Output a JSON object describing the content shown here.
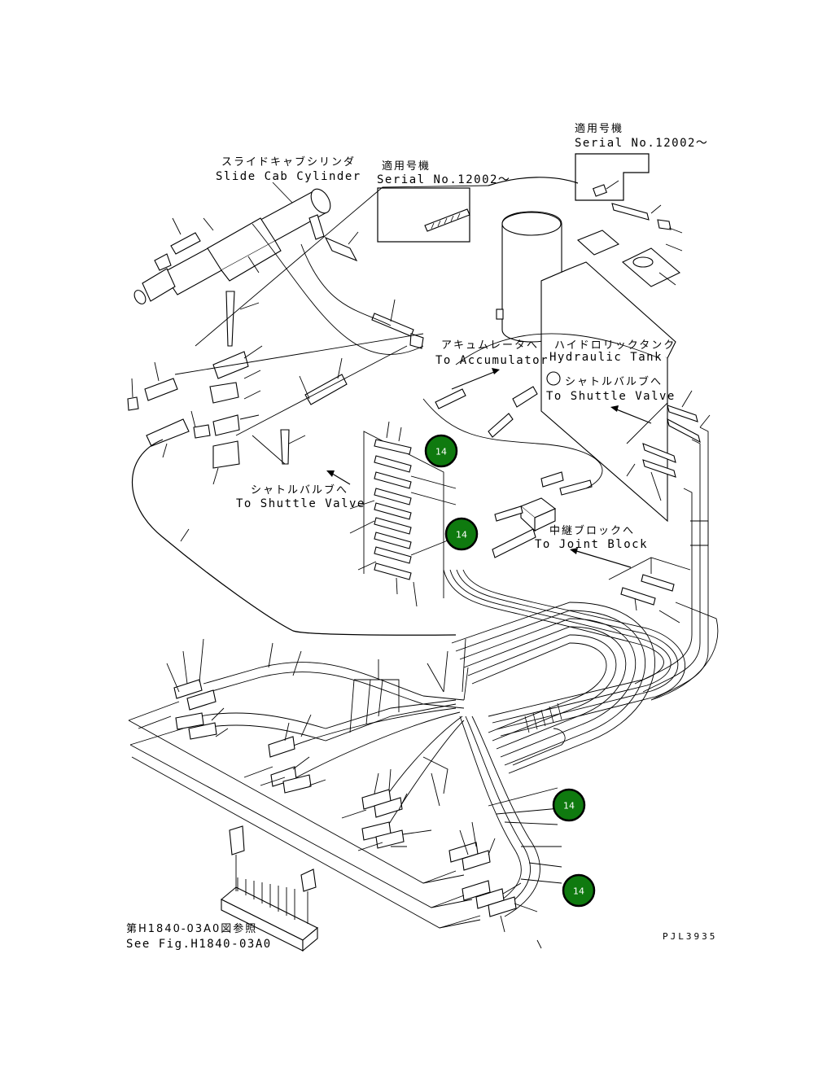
{
  "labels": {
    "serial_top_jp": "適用号機",
    "serial_top_en": "Serial No.12002～",
    "slide_cab_jp": "スライドキャブシリンダ",
    "slide_cab_en": "Slide Cab Cylinder",
    "serial_mid_jp": "適用号機",
    "serial_mid_en": "Serial No.12002～",
    "accumulator_jp": "アキュムレータへ",
    "accumulator_en": "To Accumulator",
    "hydraulic_tank_jp": "ハイドロリックタンク",
    "hydraulic_tank_en": "Hydraulic Tank",
    "shuttle_right_jp": "シャトルバルブへ",
    "shuttle_right_en": "To Shuttle Valve",
    "shuttle_left_jp": "シャトルバルブへ",
    "shuttle_left_en": "To Shuttle Valve",
    "joint_block_jp": "中継ブロックへ",
    "joint_block_en": "To Joint Block",
    "see_fig_jp": "第H1840-03A0図参照",
    "see_fig_en": "See Fig.H1840-03A0",
    "drawing_code": "PJL3935"
  },
  "callouts": [
    "14",
    "14",
    "14",
    "14"
  ],
  "colors": {
    "callout_fill": "#0f7a0f",
    "line": "#000000",
    "background": "#ffffff"
  }
}
